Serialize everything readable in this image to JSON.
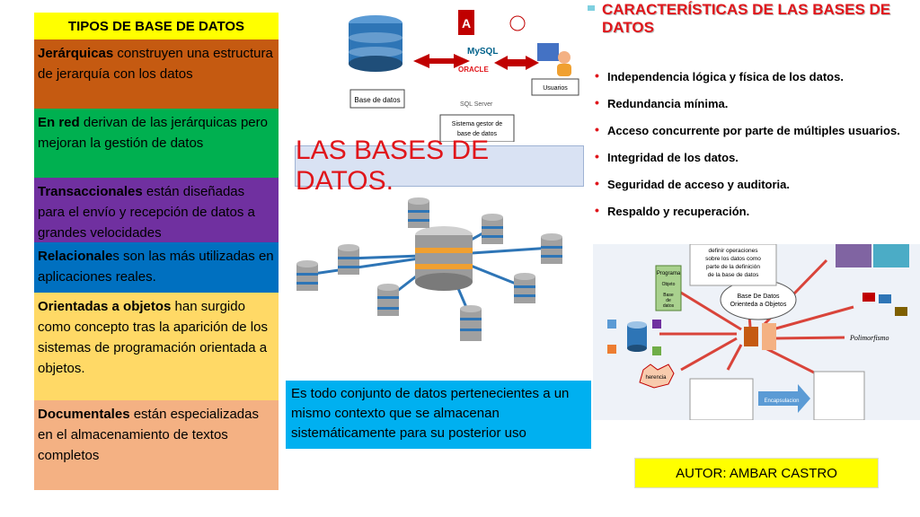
{
  "types": {
    "title": "TIPOS DE BASE DE DATOS",
    "items": [
      {
        "bold": "Jerárquicas",
        "text": " construyen una estructura de jerarquía con los datos",
        "color": "#c55a11"
      },
      {
        "bold": "En red",
        "text": " derivan de las jerárquicas pero mejoran la gestión de datos",
        "color": "#00b050"
      },
      {
        "bold": "Transaccionales",
        "text": " están diseñadas para el envío y recepción de datos a grandes velocidades",
        "color": "#7030a0"
      },
      {
        "bold": "Relacionale",
        "text": "s son las más utilizadas en aplicaciones reales.",
        "color": "#0070c0"
      },
      {
        "bold": "Orientadas a objetos",
        "text": " han surgido como concepto tras la aparición de los sistemas de programación orientada a objetos.",
        "color": "#ffd966"
      },
      {
        "bold": "Documentales",
        "text": " están especializadas en el almacenamiento de textos completos",
        "color": "#f4b183"
      }
    ]
  },
  "dbms": {
    "db_label": "Base de datos",
    "users_label": "Usuarios",
    "sgbd_label_1": "Sistema gestor de",
    "sgbd_label_2": "base de datos",
    "mysql": "MySQL",
    "oracle": "ORACLE",
    "sqlserver": "SQL Server"
  },
  "main_title": "LAS BASES DE DATOS.",
  "definition": "Es todo conjunto de datos pertenecientes a un mismo contexto que se almacenan sistemáticamente para su posterior uso",
  "characteristics": {
    "title": "CARACTERÍSTICAS DE LAS BASES DE DATOS",
    "items": [
      "Independencia lógica y física de los datos.",
      "Redundancia mínima.",
      "Acceso concurrente por parte de múltiples usuarios.",
      "Integridad de los datos.",
      "Seguridad de acceso y auditoria.",
      "Respaldo y recuperación."
    ]
  },
  "oo": {
    "note_1": "definir operaciones",
    "note_2": "sobre los datos como",
    "note_3": "parte de la definición",
    "note_4": "de la base de datos",
    "center_1": "Base De Datos",
    "center_2": "Orienteda a Objetos",
    "programa": "Programa",
    "objeto": "Objeto",
    "datos_1": "Base",
    "datos_2": "de",
    "datos_3": "datos",
    "polimorfismo": "Polimorfismo",
    "herencia": "herencia",
    "encapsulacion": "Encapsulacion"
  },
  "author": "AUTOR: AMBAR CASTRO"
}
